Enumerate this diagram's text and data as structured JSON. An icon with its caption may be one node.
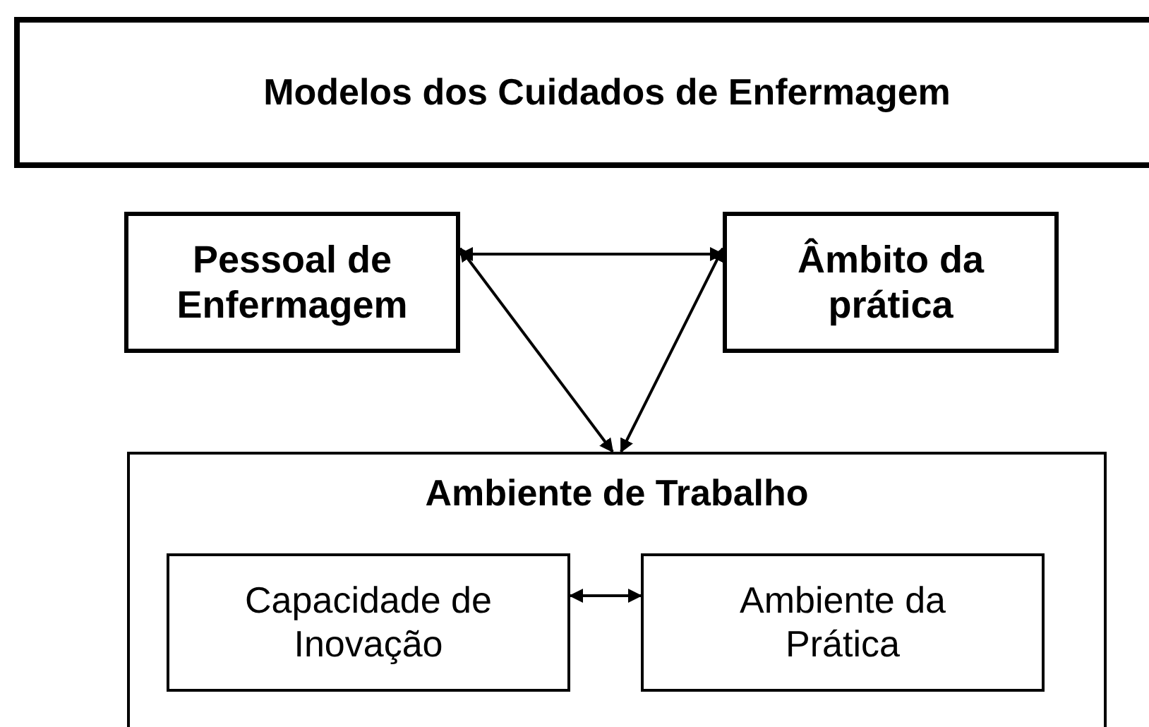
{
  "diagram": {
    "nodes": [
      {
        "text": [
          "Modelos dos Cuidados de Enfermagem"
        ]
      },
      {
        "text": [
          "Pessoal de Enfermagem"
        ]
      },
      {
        "text": [
          "Âmbito da prática"
        ]
      },
      {
        "text": [
          "Ambiente de Trabalho"
        ]
      },
      {
        "text": [
          "Capacidade de Inovação"
        ],
        "in": 3
      },
      {
        "text": [
          "Ambiente da Prática"
        ],
        "in": 3
      }
    ],
    "edges": [
      {
        "from": 1,
        "to": 2,
        "arrow": "both"
      },
      {
        "from": 1,
        "to": 3,
        "arrow": "both"
      },
      {
        "from": 2,
        "to": 3,
        "arrow": "both"
      },
      {
        "from": 4,
        "to": 5,
        "arrow": "both"
      }
    ]
  }
}
